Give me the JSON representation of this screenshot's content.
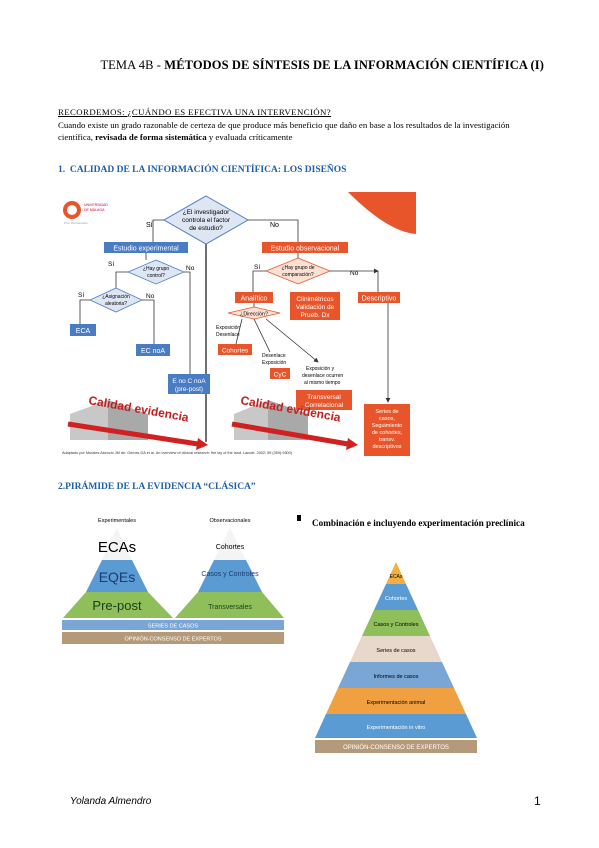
{
  "header": {
    "title_lead": "TEMA 4B - ",
    "title_main": "MÉTODOS DE SÍNTESIS DE LA INFORMACIÓN CIENTÍFICA (I)"
  },
  "recall": {
    "question": "RECORDEMOS: ¿CUÁNDO ES EFECTIVA UNA INTERVENCIÓN?",
    "answer_part1": "Cuando existe un grado razonable de certeza de que produce más beneficio que daño en base a los resultados de la investigación científica, ",
    "answer_bold": "revisada de forma sistemática",
    "answer_part2": " y evaluada críticamente"
  },
  "section1": {
    "number": "1.",
    "title": "CALIDAD DE LA INFORMACIÓN CIENTÍFICA: LOS DISEÑOS"
  },
  "flowchart": {
    "logo_line1": "UNIVERSIDAD",
    "logo_line2": "DE MÁLAGA",
    "logo_caption": "Prof. Del Derecho",
    "root": [
      "¿El investigador",
      "controla el factor",
      "de estudio?"
    ],
    "si": "Sí",
    "no": "No",
    "experimental": "Estudio experimental",
    "observacional": "Estudio observacional",
    "grupo_control": [
      "¿Hay grupo",
      "control?"
    ],
    "asignacion": [
      "¿Asignación",
      "aleatoria?"
    ],
    "eca": "ECA",
    "ec_noa": "EC noA",
    "e_no_c_noa": [
      "E no C noA",
      "(pre-post)"
    ],
    "grupo_comparacion": [
      "¿Hay grupo de",
      "comparación?"
    ],
    "analitico": "Analítico",
    "clinimetricos": [
      "Clinimétricos",
      "Validación de",
      "Prueb. Dx"
    ],
    "descriptivo": "Descriptivo",
    "direccion": "¿Dirección?",
    "exp_desenlace": [
      "Exposición",
      "Desenlace"
    ],
    "cohortes": "Cohortes",
    "des_exp": [
      "Desenlace",
      "Exposición"
    ],
    "cyc": "CyC",
    "simultaneo": [
      "Exposición y",
      "desenlace ocurren",
      "al mismo tiempo"
    ],
    "transversal": [
      "Transversal",
      "Correlacional"
    ],
    "series": [
      "Series de",
      "casos,",
      "Seguimiento",
      "de cohortes,",
      "transv.",
      "descriptivos"
    ],
    "calidad": "Calidad evidencia",
    "source": "Adaptado por Morales Asencio JM de: Grimes DA et al. An overview of clinical research: the lay of the land. Lancet. 2002; 59 (359):9300)"
  },
  "section2": {
    "number": "2.",
    "title": "PIRÁMIDE DE LA EVIDENCIA “CLÁSICA”"
  },
  "classic_pyramid": {
    "exp_header": "Experimentales",
    "obs_header": "Observacionales",
    "exp_levels": [
      "ECAs",
      "EQEs",
      "Pre-post"
    ],
    "obs_levels": [
      "Cohortes",
      "Casos y Controles",
      "Transversales"
    ],
    "series": "SERIES DE CASOS",
    "opinion": "OPINIÓN-CONSENSO DE EXPERTOS"
  },
  "combo_text": "Combinación e incluyendo experimentación preclínica",
  "extended_pyramid": {
    "levels": [
      "ECAs",
      "Cohortes",
      "Casos y Controles",
      "Series de casos",
      "Informes de casos",
      "Experimentación animal",
      "Experimentación in vitro"
    ],
    "base": "OPINIÓN-CONSENSO DE EXPERTOS"
  },
  "footer": {
    "author": "Yolanda Almendro",
    "page": "1"
  },
  "colors": {
    "blue_box": "#4a7cc4",
    "orange_box": "#e8552a",
    "diamond_fill": "#dfe6f3",
    "heading_blue": "#1f5faa",
    "pyr_green": "#8fbf5a",
    "pyr_blue": "#5a9bd4",
    "pyr_orange": "#f0a040"
  }
}
